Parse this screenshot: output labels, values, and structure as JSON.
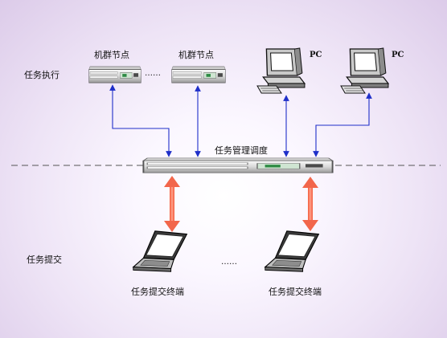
{
  "rows": {
    "execution": "任务执行",
    "submission": "任务提交"
  },
  "nodes": {
    "cluster_node_1": "机群节点",
    "cluster_node_2": "机群节点",
    "cluster_ellipsis": "……",
    "pc_1": "PC",
    "pc_2": "PC",
    "scheduler": "任务管理调度",
    "terminal_1": "任务提交终端",
    "terminal_2": "任务提交终端",
    "terminal_ellipsis": "……"
  },
  "icons": {
    "server": "rack-server-icon",
    "pc": "desktop-pc-icon",
    "terminal": "laptop-icon"
  },
  "colors": {
    "background": "#e9def3",
    "network_link": "#1f2fc9",
    "submission_link": "#f2664b",
    "divider": "#555555"
  }
}
